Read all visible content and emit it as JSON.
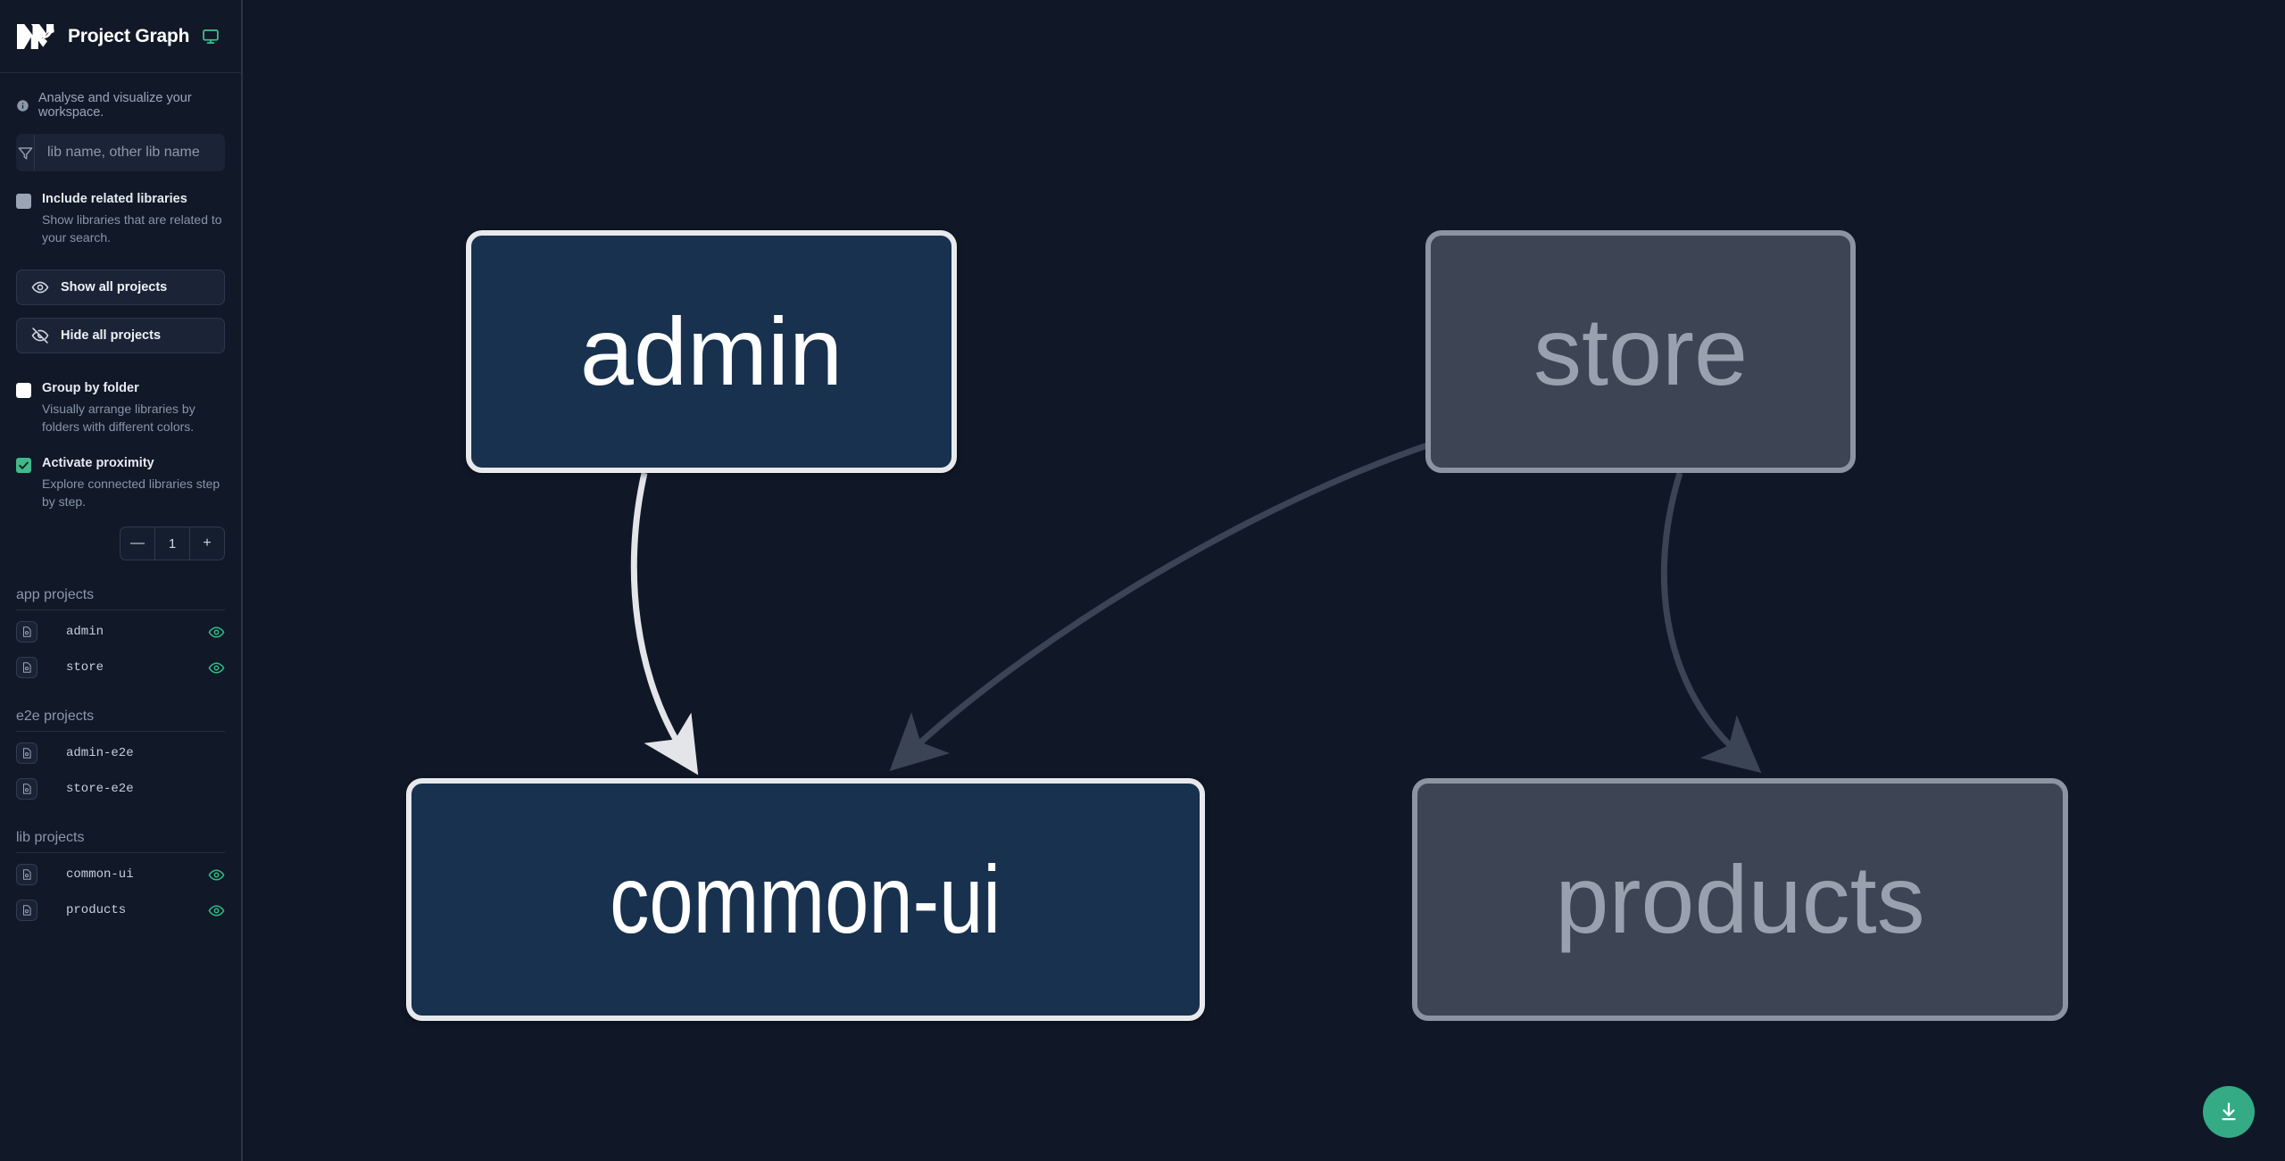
{
  "app": {
    "title": "Project Graph",
    "logo_icon": "nx-logo-icon",
    "monitor_icon": "monitor-icon",
    "tagline": "Analyse and visualize your workspace.",
    "info_icon": "info-icon"
  },
  "search": {
    "placeholder": "lib name, other lib name",
    "value": "",
    "filter_icon": "filter-icon"
  },
  "options": [
    {
      "key": "include_related",
      "label": "Include related libraries",
      "description": "Show libraries that are related to your search.",
      "checked": false,
      "style": "grey"
    },
    {
      "key": "group_by_folder",
      "label": "Group by folder",
      "description": "Visually arrange libraries by folders with different colors.",
      "checked": false,
      "style": "white"
    },
    {
      "key": "activate_proximity",
      "label": "Activate proximity",
      "description": "Explore connected libraries step by step.",
      "checked": true,
      "style": "green"
    }
  ],
  "buttons": {
    "show_all": {
      "label": "Show all projects",
      "icon": "eye-icon"
    },
    "hide_all": {
      "label": "Hide all projects",
      "icon": "eye-off-icon"
    }
  },
  "proximity_stepper": {
    "decrement_label": "—",
    "value": "1",
    "increment_label": "+"
  },
  "project_groups": [
    {
      "heading": "app projects",
      "items": [
        {
          "name": "admin",
          "visible": true
        },
        {
          "name": "store",
          "visible": true
        }
      ]
    },
    {
      "heading": "e2e projects",
      "items": [
        {
          "name": "admin-e2e",
          "visible": false
        },
        {
          "name": "store-e2e",
          "visible": false
        }
      ]
    },
    {
      "heading": "lib projects",
      "items": [
        {
          "name": "common-ui",
          "visible": true
        },
        {
          "name": "products",
          "visible": true
        }
      ]
    }
  ],
  "graph": {
    "nodes": [
      {
        "id": "admin",
        "label": "admin",
        "state": "focused"
      },
      {
        "id": "store",
        "label": "store",
        "state": "dim"
      },
      {
        "id": "common-ui",
        "label": "common-ui",
        "state": "focused"
      },
      {
        "id": "products",
        "label": "products",
        "state": "dim"
      }
    ],
    "edges": [
      {
        "from": "admin",
        "to": "common-ui",
        "state": "focused"
      },
      {
        "from": "store",
        "to": "common-ui",
        "state": "dim"
      },
      {
        "from": "store",
        "to": "products",
        "state": "dim"
      }
    ],
    "colors": {
      "focused_fill": "#18314f",
      "focused_border": "#e7e9ec",
      "focused_text": "#ffffff",
      "dim_fill": "#3d4453",
      "dim_border": "#8c94a1",
      "dim_text": "#99a1ae",
      "canvas_background": "#101828",
      "edge_focused": "#e3e5e9",
      "edge_dim": "#3b4455"
    }
  },
  "download_button": {
    "icon": "download-icon",
    "color": "#34ab84"
  }
}
